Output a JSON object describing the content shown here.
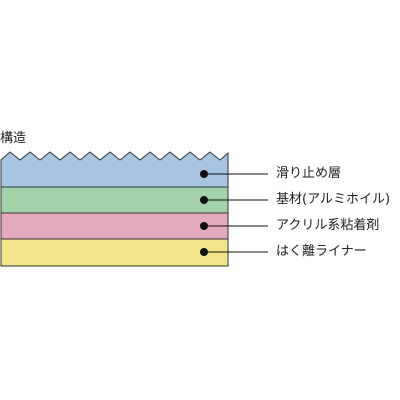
{
  "diagram": {
    "title": "構造",
    "layers": [
      {
        "label": "滑り止め層",
        "color": "#a8c4e2"
      },
      {
        "label": "基材(アルミホイル)",
        "color": "#a3d2a8"
      },
      {
        "label": "アクリル系粘着剤",
        "color": "#e4a9bf"
      },
      {
        "label": "はく離ライナー",
        "color": "#f2e68a"
      }
    ]
  }
}
